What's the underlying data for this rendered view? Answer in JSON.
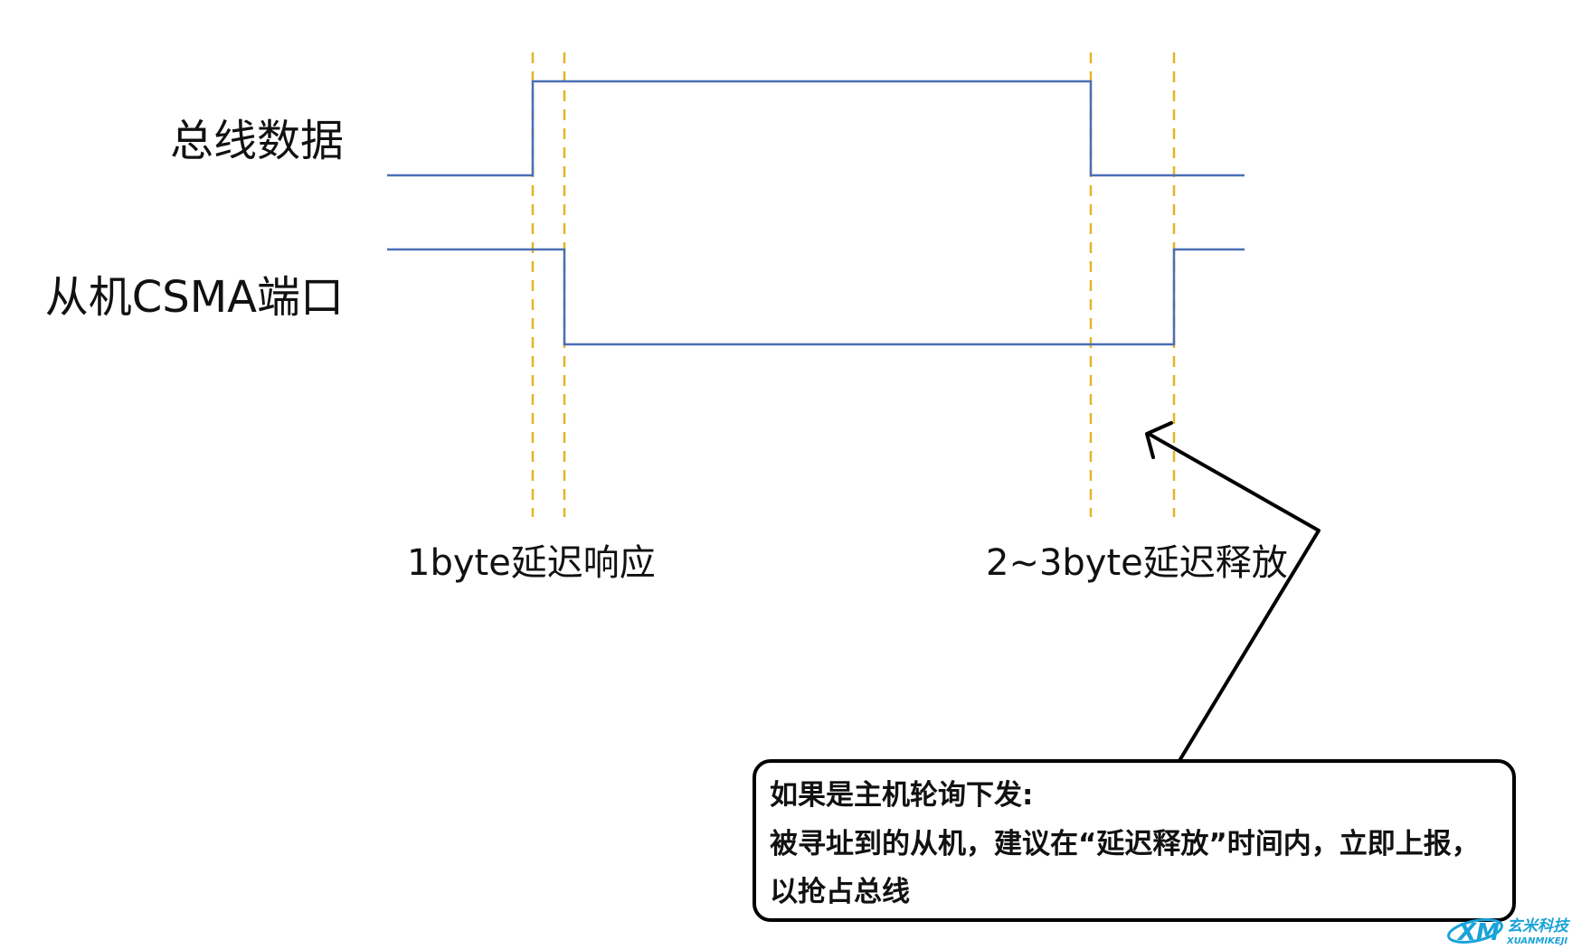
{
  "signals": {
    "bus_data": "总线数据",
    "slave_port": "从机CSMA端口"
  },
  "delays": {
    "response": "1byte延迟响应",
    "release": "2~3byte延迟释放"
  },
  "note": {
    "line1": "如果是主机轮询下发:",
    "line2": "被寻址到的从机，建议在“延迟释放”时间内，立即上报，",
    "line3": "以抢占总线"
  },
  "logo": {
    "mark": "XM",
    "cn": "玄米科技",
    "en": "XUANMIKEJI"
  },
  "colors": {
    "waveform": "#4a6fb5",
    "guide_lines": "#e6b422",
    "arrow": "#000000",
    "logo": "#1aa3d9"
  }
}
